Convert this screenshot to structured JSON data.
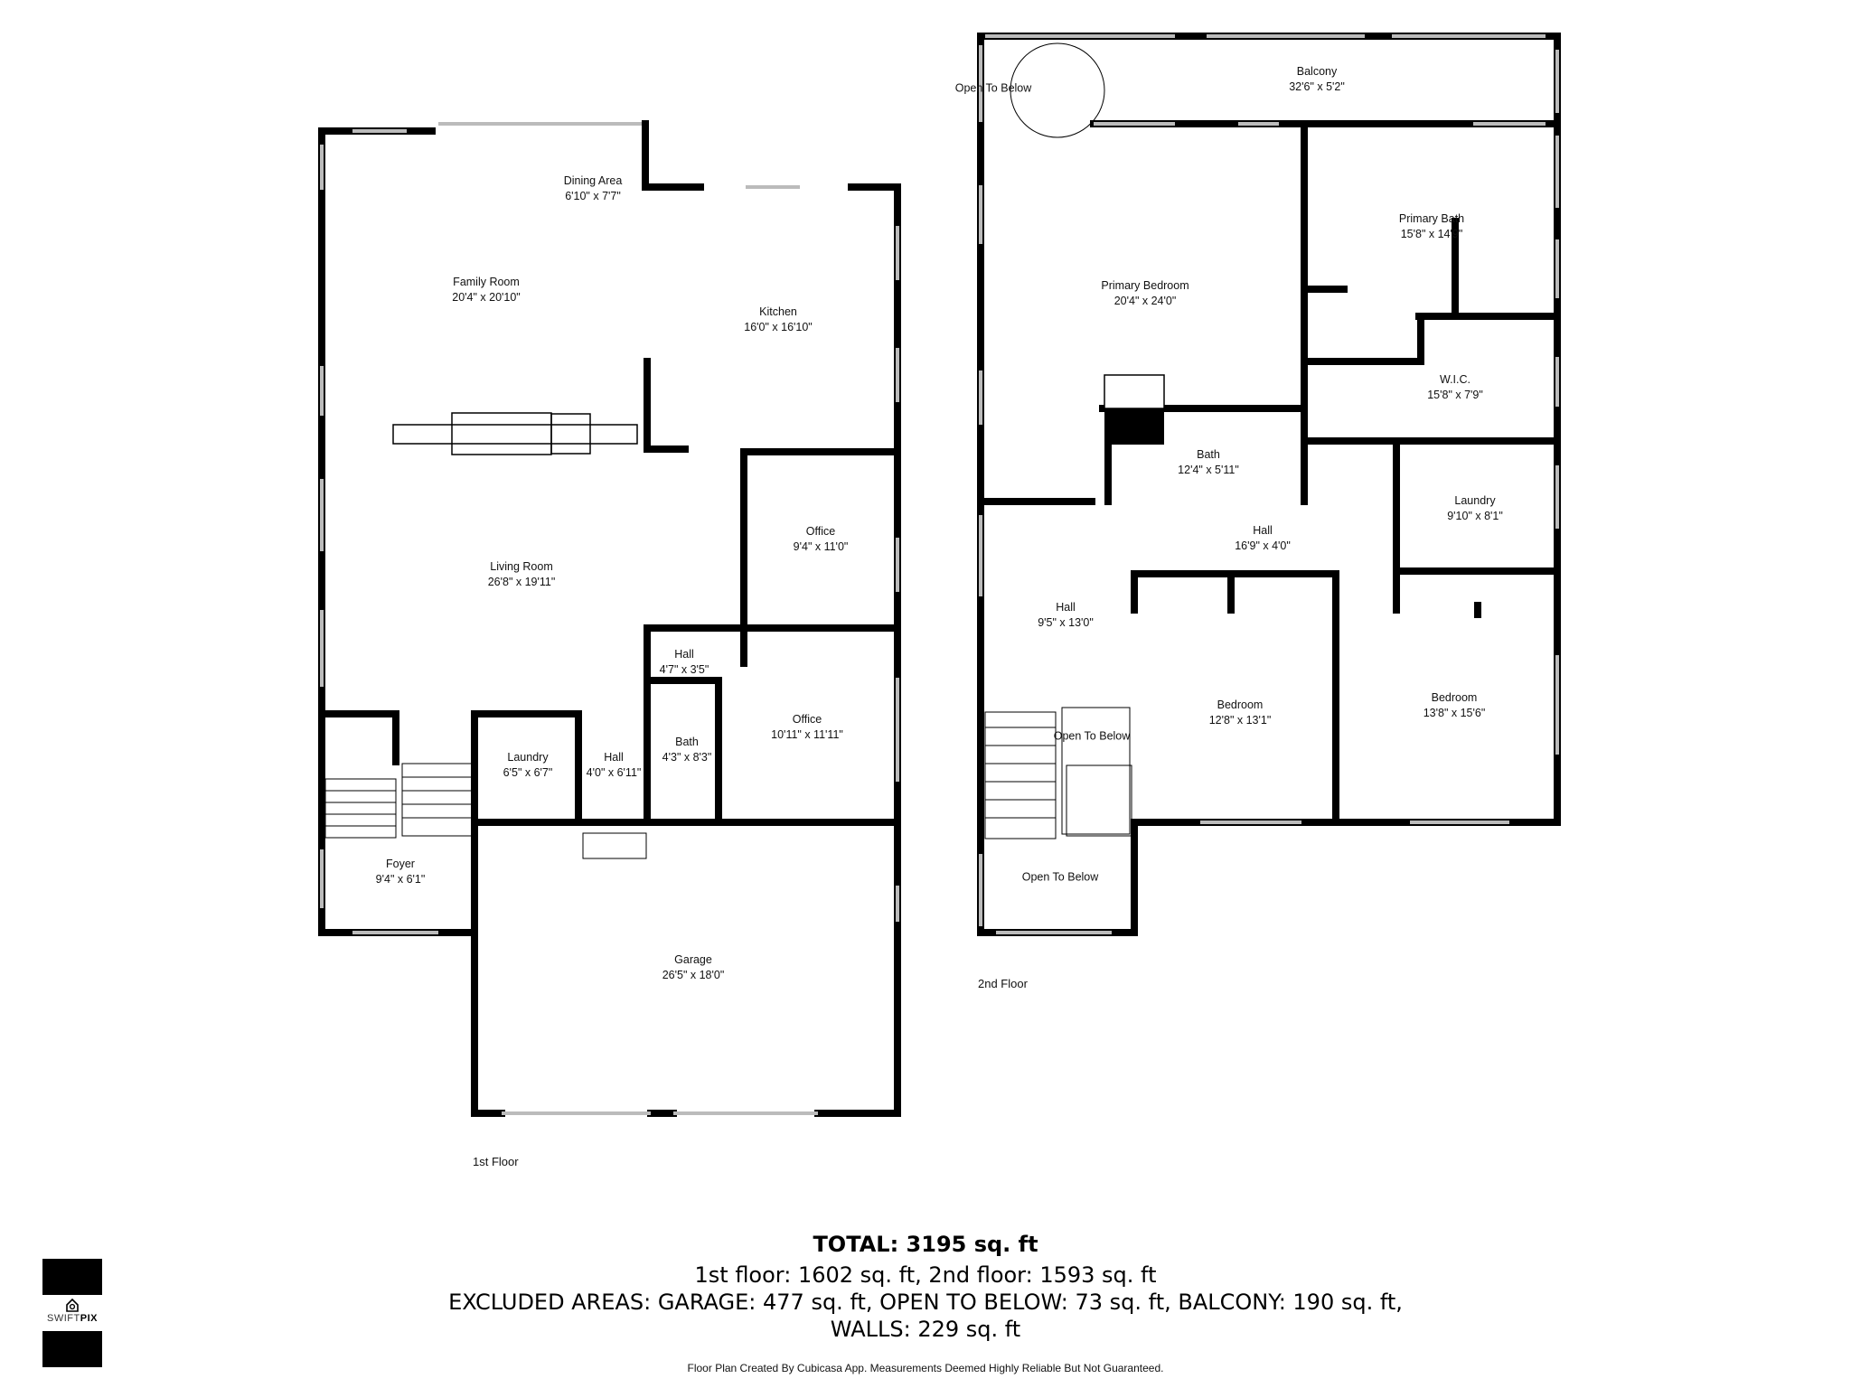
{
  "floors": {
    "first": {
      "label": "1st Floor"
    },
    "second": {
      "label": "2nd Floor"
    }
  },
  "rooms": {
    "dining_area": {
      "name": "Dining Area",
      "dim": "6'10\" x 7'7\""
    },
    "family_room": {
      "name": "Family Room",
      "dim": "20'4\" x 20'10\""
    },
    "kitchen": {
      "name": "Kitchen",
      "dim": "16'0\" x 16'10\""
    },
    "living_room": {
      "name": "Living Room",
      "dim": "26'8\" x 19'11\""
    },
    "office_1": {
      "name": "Office",
      "dim": "9'4\" x 11'0\""
    },
    "hall_small": {
      "name": "Hall",
      "dim": "4'7\" x 3'5\""
    },
    "office_2": {
      "name": "Office",
      "dim": "10'11\" x 11'11\""
    },
    "bath_1": {
      "name": "Bath",
      "dim": "4'3\" x 8'3\""
    },
    "laundry_1": {
      "name": "Laundry",
      "dim": "6'5\" x 6'7\""
    },
    "hall_1": {
      "name": "Hall",
      "dim": "4'0\" x 6'11\""
    },
    "foyer": {
      "name": "Foyer",
      "dim": "9'4\" x 6'1\""
    },
    "garage": {
      "name": "Garage",
      "dim": "26'5\" x 18'0\""
    },
    "balcony": {
      "name": "Balcony",
      "dim": "32'6\" x 5'2\""
    },
    "open_to_below_top": {
      "name": "Open To Below"
    },
    "primary_bedroom": {
      "name": "Primary Bedroom",
      "dim": "20'4\" x 24'0\""
    },
    "primary_bath": {
      "name": "Primary Bath",
      "dim": "15'8\" x 14'9\""
    },
    "wic": {
      "name": "W.I.C.",
      "dim": "15'8\" x 7'9\""
    },
    "bath_2": {
      "name": "Bath",
      "dim": "12'4\" x 5'11\""
    },
    "laundry_2": {
      "name": "Laundry",
      "dim": "9'10\" x 8'1\""
    },
    "hall_2": {
      "name": "Hall",
      "dim": "16'9\" x 4'0\""
    },
    "hall_3": {
      "name": "Hall",
      "dim": "9'5\" x 13'0\""
    },
    "open_to_below_mid": {
      "name": "Open To Below"
    },
    "bedroom_1": {
      "name": "Bedroom",
      "dim": "12'8\" x 13'1\""
    },
    "bedroom_2": {
      "name": "Bedroom",
      "dim": "13'8\" x 15'6\""
    },
    "open_to_below_bottom": {
      "name": "Open To Below"
    }
  },
  "totals": {
    "total": "TOTAL: 3195 sq. ft",
    "floors_line": "1st floor: 1602 sq. ft, 2nd floor: 1593 sq. ft",
    "excluded_line": "EXCLUDED AREAS: GARAGE: 477 sq. ft, OPEN TO BELOW: 73 sq. ft, BALCONY: 190 sq. ft,",
    "walls_line": "WALLS: 229 sq. ft"
  },
  "disclaimer": "Floor Plan Created By Cubicasa App. Measurements Deemed Highly Reliable But Not Guaranteed.",
  "logo": {
    "part1": "SWIFT",
    "part2": "PIX"
  },
  "colors": {
    "wall": "#000000",
    "window": "#bbbbbb",
    "background": "#ffffff"
  }
}
